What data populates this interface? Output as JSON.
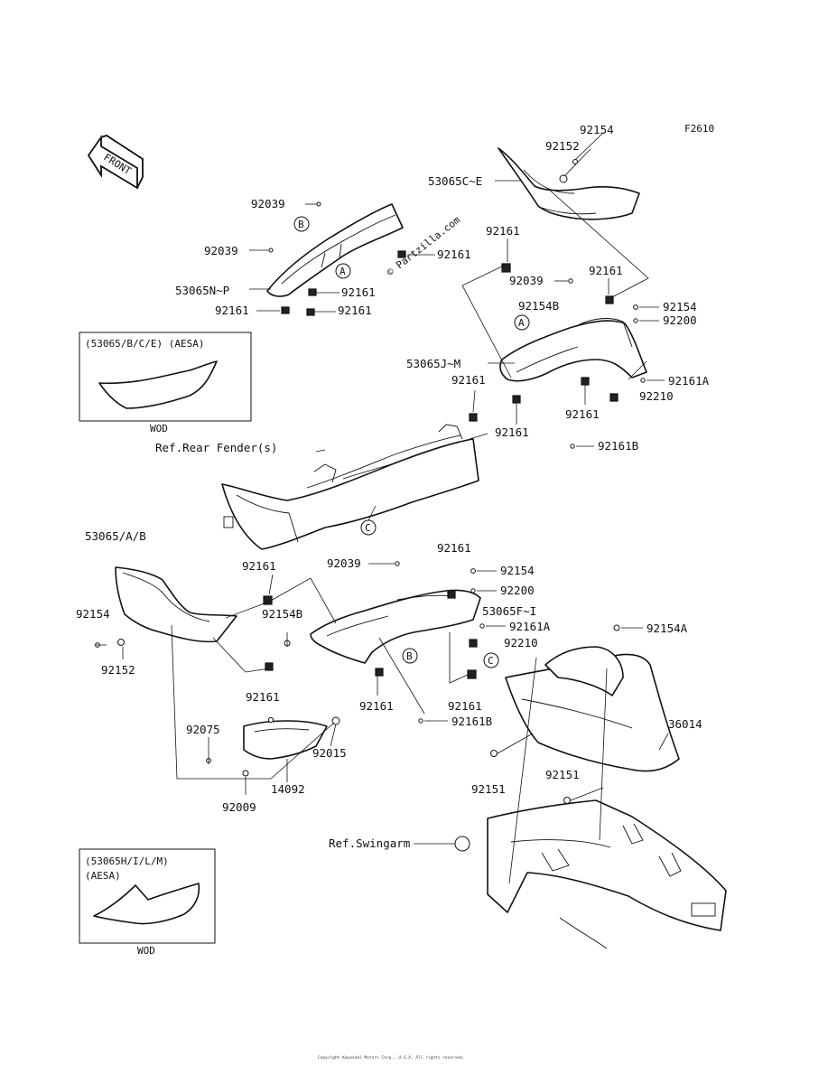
{
  "figure_code": "F2610",
  "front_label": "FRONT",
  "watermark": "© Partzilla.com",
  "copyright_note": "Copyright Kawasaki Motors Corp., U.S.A. All rights reserved.",
  "callout_letters": {
    "a": "A",
    "b": "B",
    "c": "C"
  },
  "references": {
    "rear_fender": "Ref.Rear Fender(s)",
    "swingarm": "Ref.Swingarm"
  },
  "insets": {
    "top": {
      "title": "(53065/B/C/E) (AESA)",
      "caption": "WOD"
    },
    "bottom": {
      "title_line1": "(53065H/I/L/M)",
      "title_line2": "(AESA)",
      "caption": "WOD"
    }
  },
  "parts": {
    "p92154_top": "92154",
    "p92152_top": "92152",
    "p53065C_E": "53065C~E",
    "p92039_a": "92039",
    "p92039_b": "92039",
    "p92161_w1": "92161",
    "p53065N_P": "53065N~P",
    "p92161_w2": "92161",
    "p92161_w3": "92161",
    "p92161_w4": "92161",
    "p92161_m1": "92161",
    "p92039_m": "92039",
    "p92161_m2": "92161",
    "p92154B_m": "92154B",
    "p92154_m": "92154",
    "p92200_m": "92200",
    "p53065J_M": "53065J~M",
    "p92161A_m": "92161A",
    "p92161_m3": "92161",
    "p92210_m": "92210",
    "p92161_m4": "92161",
    "p92161_m5": "92161",
    "p92161B_m": "92161B",
    "p53065_A_B": "53065/A/B",
    "p92161_l1": "92161",
    "p92154_l": "92154",
    "p92152_l": "92152",
    "p92154B_l": "92154B",
    "p92161_l2": "92161",
    "p92039_l": "92039",
    "p92161_l3": "92161",
    "p92154_l2": "92154",
    "p92200_l": "92200",
    "p53065F_I": "53065F~I",
    "p92161A_l": "92161A",
    "p92210_l": "92210",
    "p92154A": "92154A",
    "p92161_l4": "92161",
    "p92161_l5": "92161",
    "p92161B_l": "92161B",
    "p92075": "92075",
    "p92015": "92015",
    "p14092": "14092",
    "p92009": "92009",
    "p36014": "36014",
    "p92151_a": "92151",
    "p92151_b": "92151"
  }
}
